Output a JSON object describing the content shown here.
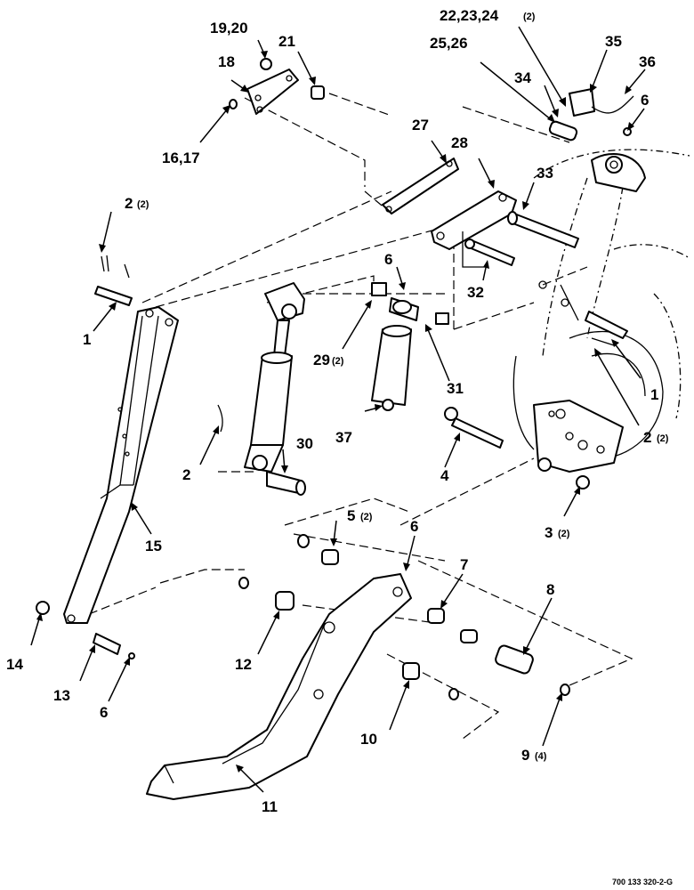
{
  "callouts": [
    {
      "id": "c-19-20",
      "label": "19,20",
      "qty": ""
    },
    {
      "id": "c-21",
      "label": "21",
      "qty": ""
    },
    {
      "id": "c-18",
      "label": "18",
      "qty": ""
    },
    {
      "id": "c-16-17",
      "label": "16,17",
      "qty": ""
    },
    {
      "id": "c-22-23-24",
      "label": "22,23,24",
      "qty": "(2)"
    },
    {
      "id": "c-25-26",
      "label": "25,26",
      "qty": ""
    },
    {
      "id": "c-35",
      "label": "35",
      "qty": ""
    },
    {
      "id": "c-34",
      "label": "34",
      "qty": ""
    },
    {
      "id": "c-36",
      "label": "36",
      "qty": ""
    },
    {
      "id": "c-6-top",
      "label": "6",
      "qty": ""
    },
    {
      "id": "c-27",
      "label": "27",
      "qty": ""
    },
    {
      "id": "c-28",
      "label": "28",
      "qty": ""
    },
    {
      "id": "c-33",
      "label": "33",
      "qty": ""
    },
    {
      "id": "c-2-top",
      "label": "2",
      "qty": "(2)"
    },
    {
      "id": "c-32",
      "label": "32",
      "qty": ""
    },
    {
      "id": "c-6-mid",
      "label": "6",
      "qty": ""
    },
    {
      "id": "c-1-left",
      "label": "1",
      "qty": ""
    },
    {
      "id": "c-29",
      "label": "29",
      "qty": "(2)"
    },
    {
      "id": "c-31",
      "label": "31",
      "qty": ""
    },
    {
      "id": "c-1-right",
      "label": "1",
      "qty": ""
    },
    {
      "id": "c-37",
      "label": "37",
      "qty": ""
    },
    {
      "id": "c-2-right",
      "label": "2",
      "qty": "(2)"
    },
    {
      "id": "c-30",
      "label": "30",
      "qty": ""
    },
    {
      "id": "c-2-mid",
      "label": "2",
      "qty": ""
    },
    {
      "id": "c-4",
      "label": "4",
      "qty": ""
    },
    {
      "id": "c-15",
      "label": "15",
      "qty": ""
    },
    {
      "id": "c-5",
      "label": "5",
      "qty": "(2)"
    },
    {
      "id": "c-6-lower",
      "label": "6",
      "qty": ""
    },
    {
      "id": "c-3",
      "label": "3",
      "qty": "(2)"
    },
    {
      "id": "c-7",
      "label": "7",
      "qty": ""
    },
    {
      "id": "c-8",
      "label": "8",
      "qty": ""
    },
    {
      "id": "c-14",
      "label": "14",
      "qty": ""
    },
    {
      "id": "c-12",
      "label": "12",
      "qty": ""
    },
    {
      "id": "c-13",
      "label": "13",
      "qty": ""
    },
    {
      "id": "c-6-bottom",
      "label": "6",
      "qty": ""
    },
    {
      "id": "c-10",
      "label": "10",
      "qty": ""
    },
    {
      "id": "c-9",
      "label": "9",
      "qty": "(4)"
    },
    {
      "id": "c-11",
      "label": "11",
      "qty": ""
    }
  ],
  "drawing_number": "700 133 320-2-G"
}
